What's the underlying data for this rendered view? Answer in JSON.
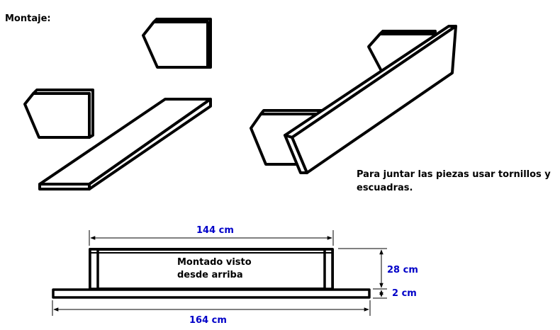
{
  "title": "Montaje:",
  "instruction": {
    "line1": "Para juntar las piezas usar tornillos y",
    "line2": "escuadras."
  },
  "top_view": {
    "label_line1": "Montado visto",
    "label_line2": "desde arriba",
    "inner_width": "144 cm",
    "outer_width": "164 cm",
    "height": "28 cm",
    "thickness": "2 cm"
  },
  "colors": {
    "dimension": "#0000c8",
    "stroke": "#000000"
  }
}
